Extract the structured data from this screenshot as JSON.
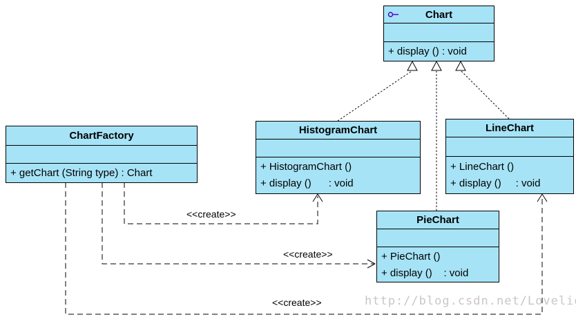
{
  "diagram_type": "uml-class-diagram",
  "colors": {
    "class_fill": "#A6E3F6",
    "border": "#000000",
    "interface_icon": "#4400CC",
    "watermark": "#CCC6C6"
  },
  "classes": {
    "chart": {
      "title": "Chart",
      "attributes": "",
      "methods": [
        "+ display () : void"
      ]
    },
    "chart_factory": {
      "title": "ChartFactory",
      "attributes": "",
      "methods": [
        "+ getChart (String type) : Chart"
      ]
    },
    "histogram_chart": {
      "title": "HistogramChart",
      "attributes": "",
      "methods": [
        "+ HistogramChart ()",
        "+ display ()      : void"
      ]
    },
    "line_chart": {
      "title": "LineChart",
      "attributes": "",
      "methods": [
        "+ LineChart ()",
        "+ display ()     : void"
      ]
    },
    "pie_chart": {
      "title": "PieChart",
      "attributes": "",
      "methods": [
        "+ PieChart ()",
        "+ display ()    : void"
      ]
    }
  },
  "relationships": {
    "realizations": [
      {
        "from": "HistogramChart",
        "to": "Chart"
      },
      {
        "from": "PieChart",
        "to": "Chart"
      },
      {
        "from": "LineChart",
        "to": "Chart"
      }
    ],
    "dependencies": [
      {
        "from": "ChartFactory",
        "to": "HistogramChart",
        "stereotype": "<<create>>"
      },
      {
        "from": "ChartFactory",
        "to": "PieChart",
        "stereotype": "<<create>>"
      },
      {
        "from": "ChartFactory",
        "to": "LineChart",
        "stereotype": "<<create>>"
      }
    ]
  },
  "labels": {
    "create_histogram": "<<create>>",
    "create_pie": "<<create>>",
    "create_line": "<<create>>"
  },
  "watermark": "http://blog.csdn.net/Lovelion"
}
